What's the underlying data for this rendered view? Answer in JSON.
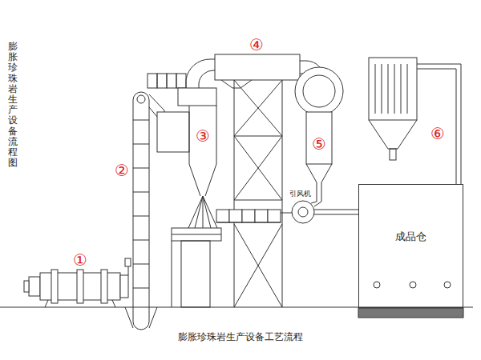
{
  "diagram": {
    "title": "膨胀珍珠岩生产设备流程图",
    "caption": "膨胀珍珠岩生产设备工艺流程",
    "nodes": [
      {
        "text": [
          "成品仓"
        ]
      }
    ],
    "labels": [
      "①",
      "②",
      "③",
      "④",
      "⑤",
      "⑥",
      "引风机"
    ]
  }
}
